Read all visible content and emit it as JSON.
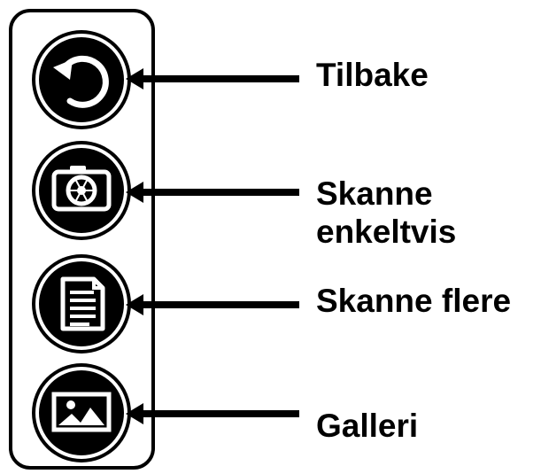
{
  "top_text": "",
  "menu": {
    "items": [
      {
        "id": "back",
        "label": "Tilbake",
        "icon": "back-icon"
      },
      {
        "id": "scan-single",
        "label_line1": "Skanne",
        "label_line2": "enkeltvis",
        "icon": "camera-icon"
      },
      {
        "id": "scan-multiple",
        "label": "Skanne flere",
        "icon": "document-icon"
      },
      {
        "id": "gallery",
        "label": "Galleri",
        "icon": "gallery-icon"
      }
    ]
  },
  "colors": {
    "foreground": "#000000",
    "background": "#ffffff"
  }
}
